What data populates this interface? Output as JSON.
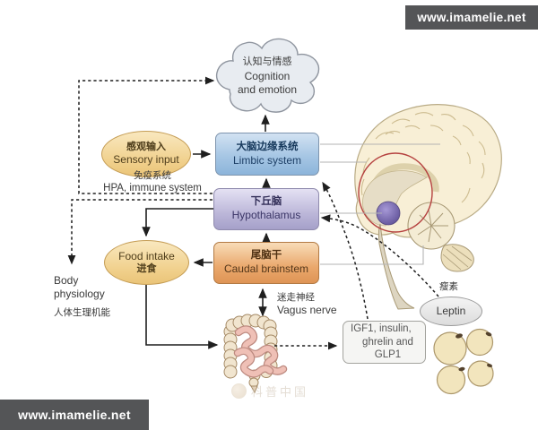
{
  "banners": {
    "top_right": "www.imamelie.net",
    "bottom_left": "www.imamelie.net"
  },
  "watermark": {
    "text": "科普中国"
  },
  "nodes": {
    "cognition_cloud": {
      "zh": "认知与情感",
      "en_line1": "Cognition",
      "en_line2": "and emotion"
    },
    "limbic_box": {
      "zh": "大脑边缘系统",
      "en": "Limbic system"
    },
    "hypothalamus_box": {
      "zh": "下丘脑",
      "en": "Hypothalamus"
    },
    "brainstem_box": {
      "zh": "尾脑干",
      "en": "Caudal brainstem"
    },
    "sensory_oval": {
      "zh": "感观输入",
      "en": "Sensory input"
    },
    "food_oval": {
      "en": "Food intake",
      "zh": "进食"
    },
    "leptin_oval": {
      "en": "Leptin"
    },
    "gut_hormones_box": {
      "line1": "IGF1, insulin,",
      "line2": "ghrelin and GLP1"
    }
  },
  "labels": {
    "hpa": {
      "zh": "免疫系统",
      "en": "HPA, immune system"
    },
    "vagus": {
      "zh": "迷走神经",
      "en": "Vagus nerve"
    },
    "body_physiology": {
      "en_line1": "Body",
      "en_line2": "physiology",
      "zh": "人体生理机能"
    },
    "leptin_zh": "瘦素"
  },
  "colors": {
    "limbic_fill": "#a6c6e4",
    "hypothalamus_fill": "#bcb7d9",
    "brainstem_fill": "#eaa86c",
    "sensory_food_fill": "#f0cf8a",
    "banner_bg": "#545557",
    "limbic_red_outline": "#b5413f",
    "hypothalamus_nucleus": "#7b6ab8"
  }
}
